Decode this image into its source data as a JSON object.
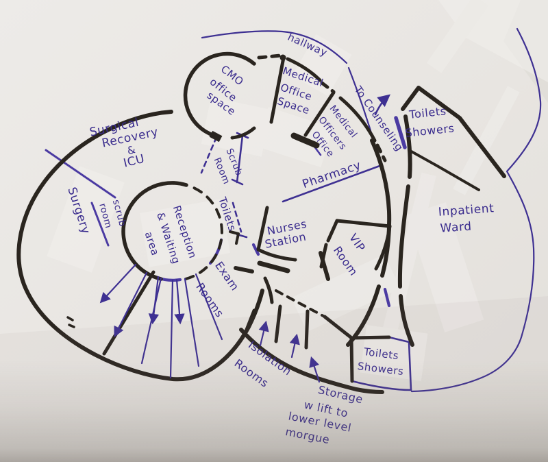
{
  "document": {
    "type": "hand-drawn hospital floor plan sketch",
    "medium": "marker and pen on paper"
  },
  "colors": {
    "paper": "#e9e6e2",
    "marker_ink": "#2a251f",
    "pen_ink": "#3e3092"
  },
  "labels": {
    "hallway": "hallway",
    "cmo_office": [
      "CMO",
      "office",
      "space"
    ],
    "medical_office_space": [
      "Medical",
      "Office",
      "Space"
    ],
    "medical_officers_office": [
      "Medical",
      "Officers",
      "Office"
    ],
    "to_counseling": "To Counseling",
    "toilets_showers_top": [
      "Toilets",
      "Showers"
    ],
    "surgical_recovery": [
      "Surgical",
      "Recovery",
      "&",
      "ICU"
    ],
    "surgery": "Surgery",
    "scrub_room_left": [
      "scrub",
      "room"
    ],
    "scrub_room_center": [
      "Scrub",
      "Room"
    ],
    "toilets_center": "Toilets",
    "reception": [
      "Reception",
      "& Waiting",
      "area"
    ],
    "pharmacy": "Pharmacy",
    "nurses_station": [
      "Nurses",
      "Station"
    ],
    "vip_room": [
      "VIP",
      "Room"
    ],
    "inpatient_ward": [
      "Inpatient",
      "Ward"
    ],
    "exam_rooms": [
      "Exam",
      "Rooms"
    ],
    "isolation_rooms": [
      "Isolation",
      "Rooms"
    ],
    "storage": [
      "Storage",
      "w lift to",
      "lower level",
      "morgue"
    ],
    "toilets_showers_bottom": [
      "Toilets",
      "Showers"
    ]
  }
}
